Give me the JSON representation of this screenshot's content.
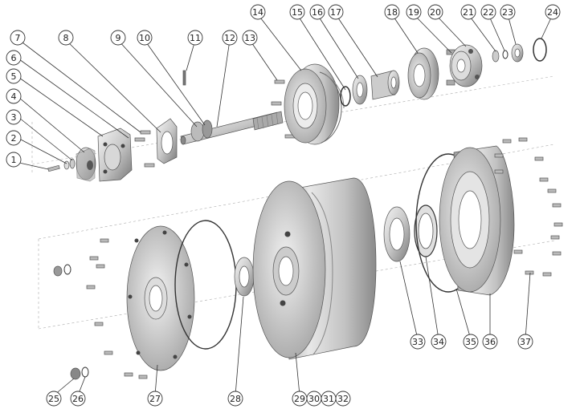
{
  "diagram": {
    "title": "",
    "callouts": [
      {
        "id": "c1",
        "label": "1"
      },
      {
        "id": "c2",
        "label": "2"
      },
      {
        "id": "c3",
        "label": "3"
      },
      {
        "id": "c4",
        "label": "4"
      },
      {
        "id": "c5",
        "label": "5"
      },
      {
        "id": "c6",
        "label": "6"
      },
      {
        "id": "c7",
        "label": "7"
      },
      {
        "id": "c8",
        "label": "8"
      },
      {
        "id": "c9",
        "label": "9"
      },
      {
        "id": "c10",
        "label": "10"
      },
      {
        "id": "c11",
        "label": "11"
      },
      {
        "id": "c12",
        "label": "12"
      },
      {
        "id": "c13",
        "label": "13"
      },
      {
        "id": "c14",
        "label": "14"
      },
      {
        "id": "c15",
        "label": "15"
      },
      {
        "id": "c16",
        "label": "16"
      },
      {
        "id": "c17",
        "label": "17"
      },
      {
        "id": "c18",
        "label": "18"
      },
      {
        "id": "c19",
        "label": "19"
      },
      {
        "id": "c20",
        "label": "20"
      },
      {
        "id": "c21",
        "label": "21"
      },
      {
        "id": "c22",
        "label": "22"
      },
      {
        "id": "c23",
        "label": "23"
      },
      {
        "id": "c24",
        "label": "24"
      },
      {
        "id": "c25",
        "label": "25"
      },
      {
        "id": "c26",
        "label": "26"
      },
      {
        "id": "c27",
        "label": "27"
      },
      {
        "id": "c28",
        "label": "28"
      },
      {
        "id": "c29",
        "label": "29"
      },
      {
        "id": "c30",
        "label": "30"
      },
      {
        "id": "c31",
        "label": "31"
      },
      {
        "id": "c32",
        "label": "32"
      },
      {
        "id": "c33",
        "label": "33"
      },
      {
        "id": "c34",
        "label": "34"
      },
      {
        "id": "c35",
        "label": "35"
      },
      {
        "id": "c36",
        "label": "36"
      },
      {
        "id": "c37",
        "label": "37"
      }
    ]
  },
  "colors": {
    "metal_light": "#e6e6e6",
    "metal_mid": "#bdbdbd",
    "metal_dark": "#6e6e6e",
    "line": "#333333",
    "background": "#ffffff"
  }
}
